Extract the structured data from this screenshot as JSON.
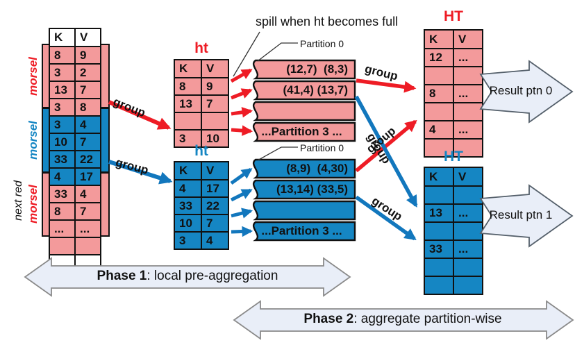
{
  "colors": {
    "pink": "#f39a9b",
    "blue": "#1586c3",
    "red": "#ee1c25",
    "arrow_blue": "#1277bd",
    "panel_fill": "#e9eef8",
    "panel_stroke": "#55606b",
    "phase_stroke": "#8a8a8a",
    "line": "#111111"
  },
  "labels": {
    "group": "group",
    "spill_note": "spill when ht becomes full"
  },
  "morsel_table": {
    "headers": [
      "K",
      "V"
    ],
    "rows": [
      {
        "k": "8",
        "v": "9",
        "m": 0
      },
      {
        "k": "3",
        "v": "2",
        "m": 0
      },
      {
        "k": "13",
        "v": "7",
        "m": 0
      },
      {
        "k": "3",
        "v": "8",
        "m": 0
      },
      {
        "k": "3",
        "v": "4",
        "m": 1
      },
      {
        "k": "10",
        "v": "7",
        "m": 1
      },
      {
        "k": "33",
        "v": "22",
        "m": 1
      },
      {
        "k": "4",
        "v": "17",
        "m": 1
      },
      {
        "k": "33",
        "v": "4",
        "m": 2
      },
      {
        "k": "8",
        "v": "7",
        "m": 2
      },
      {
        "k": "...",
        "v": "...",
        "m": 2
      },
      {
        "k": "",
        "v": "",
        "m": 2
      }
    ],
    "labels": [
      {
        "text": "morsel",
        "color": "#ee1c25"
      },
      {
        "text": "morsel",
        "color": "#1586c3"
      },
      {
        "text": "morsel",
        "color": "#ee1c25"
      }
    ],
    "side_note": "next red"
  },
  "ht_red": {
    "title": "ht",
    "headers": [
      "K",
      "V"
    ],
    "rows": [
      [
        "8",
        "9"
      ],
      [
        "13",
        "7"
      ],
      [
        "",
        ""
      ],
      [
        "3",
        "10"
      ]
    ]
  },
  "ht_blue": {
    "title": "ht",
    "headers": [
      "K",
      "V"
    ],
    "rows": [
      [
        "4",
        "17"
      ],
      [
        "33",
        "22"
      ],
      [
        "10",
        "7"
      ],
      [
        "3",
        "4"
      ]
    ]
  },
  "partitions_red": {
    "label": "Partition 0",
    "bars": [
      "(12,7)  (8,3)",
      "(41,4) (13,7)",
      "",
      "...Partition 3 ..."
    ]
  },
  "partitions_blue": {
    "label": "Partition 0",
    "bars": [
      "(8,9)  (4,30)",
      "(13,14) (33,5)",
      "",
      "...Partition 3 ..."
    ]
  },
  "HT_red": {
    "title": "HT",
    "headers": [
      "K",
      "V"
    ],
    "rows": [
      [
        "12",
        "..."
      ],
      [
        "",
        ""
      ],
      [
        "8",
        "..."
      ],
      [
        "",
        ""
      ],
      [
        "4",
        "..."
      ],
      [
        "",
        ""
      ]
    ]
  },
  "HT_blue": {
    "title": "HT",
    "headers": [
      "K",
      "V"
    ],
    "rows": [
      [
        "",
        ""
      ],
      [
        "13",
        "..."
      ],
      [
        "",
        ""
      ],
      [
        "33",
        "..."
      ],
      [
        "",
        ""
      ],
      [
        "",
        ""
      ]
    ]
  },
  "results": [
    {
      "label": "Result ptn 0"
    },
    {
      "label": "Result ptn 1"
    }
  ],
  "phases": [
    {
      "bold": "Phase 1",
      "rest": ": local pre-aggregation"
    },
    {
      "bold": "Phase 2",
      "rest": ": aggregate partition-wise"
    }
  ]
}
